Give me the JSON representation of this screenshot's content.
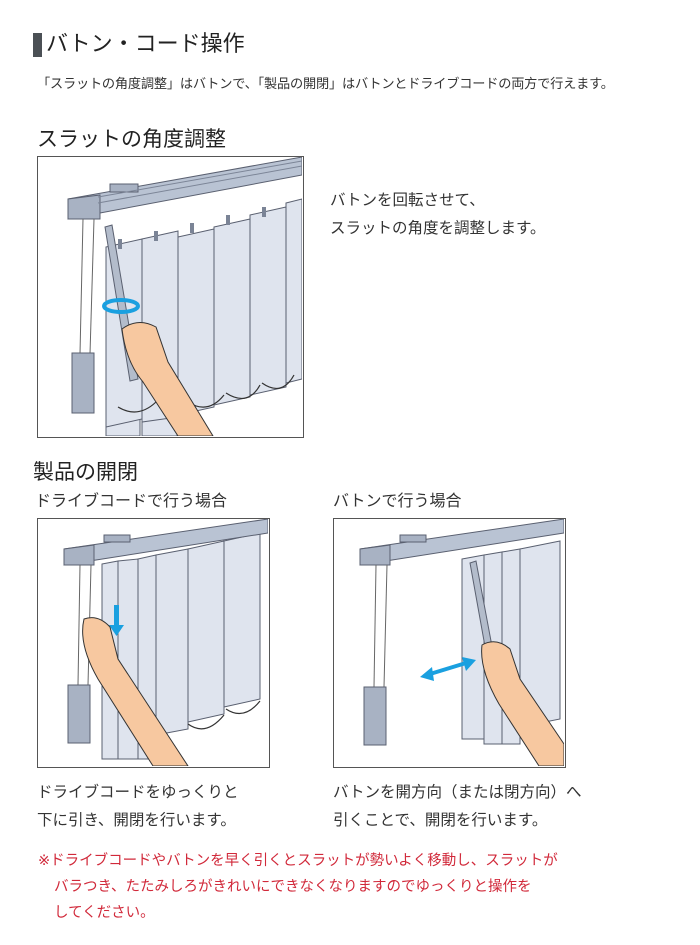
{
  "page": {
    "title": "バトン・コード操作",
    "intro": "「スラットの角度調整」はバトンで、「製品の開閉」はバトンとドライブコードの両方で行えます。"
  },
  "slat_angle": {
    "heading": "スラットの角度調整",
    "description_lines": [
      "バトンを回転させて、",
      "スラットの角度を調整します。"
    ],
    "illustration": "wand-rotate-illustration"
  },
  "open_close": {
    "heading": "製品の開閉",
    "drive_cord": {
      "subheading": "ドライブコードで行う場合",
      "description_lines": [
        "ドライブコードをゆっくりと",
        "下に引き、開閉を行います。"
      ],
      "illustration": "cord-pull-illustration"
    },
    "wand": {
      "subheading": "バトンで行う場合",
      "description_lines": [
        "バトンを開方向（または閉方向）へ",
        "引くことで、開閉を行います。"
      ],
      "illustration": "wand-slide-illustration"
    }
  },
  "caution": {
    "lines": [
      "※ドライブコードやバトンを早く引くとスラットが勢いよく移動し、スラットが",
      "バラつき、たたみしろがきれいにできなくなりますのでゆっくりと操作を",
      "してください。"
    ],
    "color": "#d1293a"
  },
  "colors": {
    "title_bar": "#4b5055",
    "slat": "#dfe4ee",
    "rail": "#b9c3d3",
    "skin": "#f7c8a0",
    "arrow": "#1aa0e0"
  }
}
